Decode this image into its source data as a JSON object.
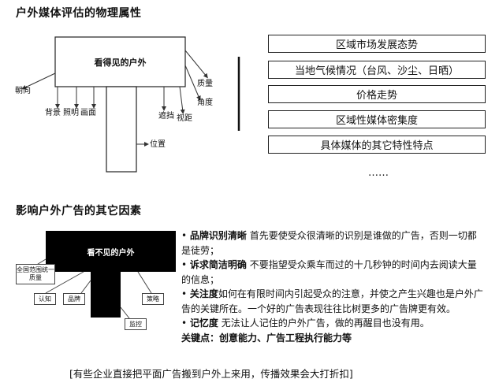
{
  "section1": {
    "title": "户外媒体评估的物理属性",
    "billboard_label": "看得见的户外",
    "labels": {
      "orientation": "朝向",
      "background": "背景",
      "lighting": "照明",
      "picture": "画面",
      "quality": "质量",
      "angle": "角度",
      "occlusion": "遮挡",
      "sightline": "视距",
      "position": "位置"
    },
    "factors": [
      "区域市场发展态势",
      "当地气候情况（台风、沙尘、日晒）",
      "价格走势",
      "区域性媒体密集度",
      "具体媒体的其它特性特点"
    ],
    "ellipsis": "……"
  },
  "section2": {
    "title": "影响户外广告的其它因素",
    "billboard_label": "看不见的户外",
    "boxes": {
      "national": "全国范围统一质量",
      "recognition": "认知",
      "brand": "品牌",
      "strategy": "策略",
      "monitor": "监控"
    },
    "bullets": [
      {
        "head": "品牌识别清晰",
        "text": "  首先要使受众很清晰的识别是谁做的广告，否则一切都是徒劳；"
      },
      {
        "head": "诉求简洁明确",
        "text": " 不要指望受众乘车而过的十几秒钟的时间内去阅读大量的信息；"
      },
      {
        "head": "关注度",
        "text": "如何在有限时间内引起受众的注意，并使之产生兴趣也是户外广告的关键所在。一个好的广告表现往往比树更多的广告牌更有效。"
      },
      {
        "head": "记忆度",
        "text": "  无法让人记住的户外广告，做的再醒目也没有用。"
      }
    ],
    "key_head": "关键点：",
    "key_text": "创意能力、广告工程执行能力等",
    "bullet_mark": "•"
  },
  "footer": "[有些企业直接把平面广告搬到户外上来用，传播效果会大打折扣]"
}
